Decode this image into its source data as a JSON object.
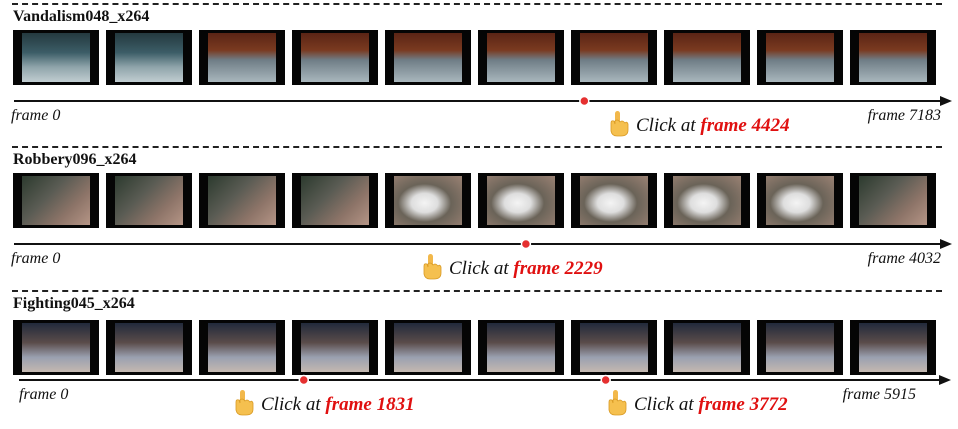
{
  "panels": [
    {
      "title": "Vandalism048_x264",
      "start_label": "frame 0",
      "end_label": "frame 7183",
      "total_frames": 7183,
      "clicks": [
        {
          "prefix": "Click at",
          "highlight": "frame 4424",
          "frame": 4424
        }
      ]
    },
    {
      "title": "Robbery096_x264",
      "start_label": "frame 0",
      "end_label": "frame 4032",
      "total_frames": 4032,
      "clicks": [
        {
          "prefix": "Click at",
          "highlight": "frame 2229",
          "frame": 2229
        }
      ]
    },
    {
      "title": "Fighting045_x264",
      "start_label": "frame 0",
      "end_label": "frame 5915",
      "total_frames": 5915,
      "clicks": [
        {
          "prefix": "Click at",
          "highlight": "frame 1831",
          "frame": 1831
        },
        {
          "prefix": "Click at",
          "highlight": "frame 3772",
          "frame": 3772
        }
      ]
    }
  ],
  "colors": {
    "marker": "#e53030",
    "highlight": "#e01010",
    "axis": "#111111"
  },
  "icons": {
    "pointer": "pointing-hand-icon"
  }
}
